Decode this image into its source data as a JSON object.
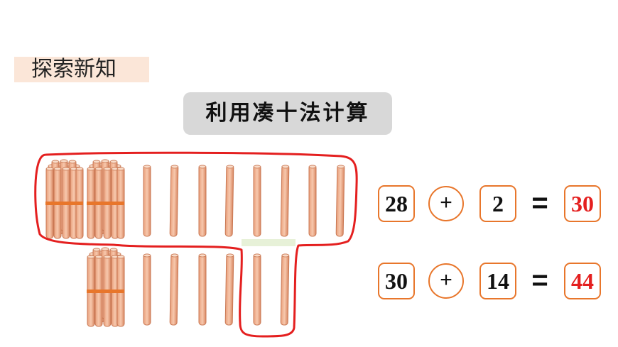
{
  "section_tag": "探索新知",
  "method_title": "利用凑十法计算",
  "colors": {
    "stick": "#f2b697",
    "stick_edge": "#c97752",
    "band": "#e8762b",
    "circle": "#e41f1f",
    "box_border": "#e8762b",
    "result": "#e41f1f"
  },
  "equations": [
    {
      "a": "28",
      "op": "+",
      "b": "2",
      "eq": "=",
      "result": "30"
    },
    {
      "a": "30",
      "op": "+",
      "b": "14",
      "eq": "=",
      "result": "44"
    }
  ]
}
